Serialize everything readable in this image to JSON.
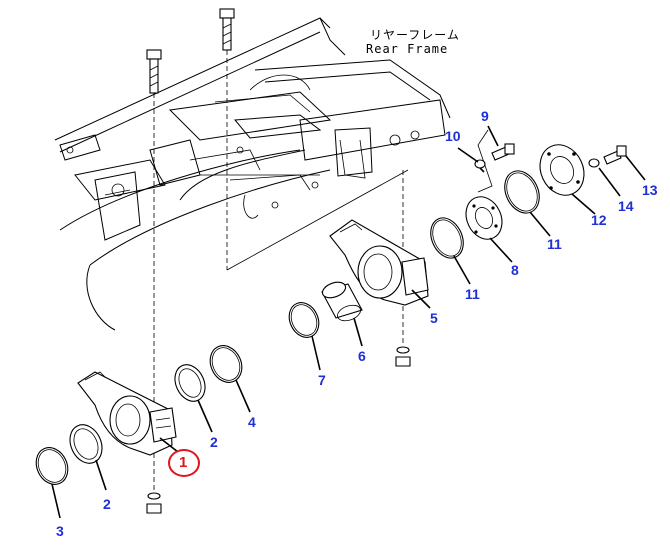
{
  "diagram": {
    "frame_label_jp": "リヤーフレーム",
    "frame_label_en": "Rear Frame",
    "selected_part": "1",
    "colors": {
      "callout_text": "#1f2fd8",
      "selected_highlight": "#e0151b",
      "line_art": "#000000"
    },
    "callouts": {
      "c1": "1",
      "c2a": "2",
      "c2b": "2",
      "c3": "3",
      "c4": "4",
      "c5": "5",
      "c6": "6",
      "c7": "7",
      "c8": "8",
      "c9": "9",
      "c10": "10",
      "c11a": "11",
      "c11b": "11",
      "c12": "12",
      "c13": "13",
      "c14": "14"
    }
  }
}
